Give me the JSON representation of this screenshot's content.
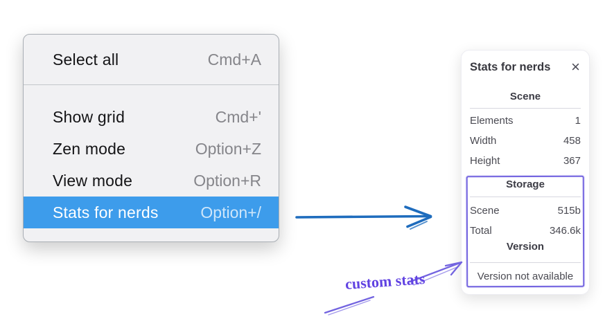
{
  "context_menu": {
    "items": [
      {
        "label": "Select all",
        "shortcut": "Cmd+A"
      },
      {
        "label": "Show grid",
        "shortcut": "Cmd+'"
      },
      {
        "label": "Zen mode",
        "shortcut": "Option+Z"
      },
      {
        "label": "View mode",
        "shortcut": "Option+R"
      },
      {
        "label": "Stats for nerds",
        "shortcut": "Option+/",
        "selected": true
      }
    ],
    "highlight_color": "#3d9ceb"
  },
  "stats_panel": {
    "title": "Stats for nerds",
    "close_icon": "×",
    "scene": {
      "heading": "Scene",
      "rows": [
        {
          "label": "Elements",
          "value": "1"
        },
        {
          "label": "Width",
          "value": "458"
        },
        {
          "label": "Height",
          "value": "367"
        }
      ]
    },
    "storage": {
      "heading": "Storage",
      "rows": [
        {
          "label": "Scene",
          "value": "515b"
        },
        {
          "label": "Total",
          "value": "346.6k"
        }
      ]
    },
    "version": {
      "heading": "Version",
      "note": "Version not available"
    }
  },
  "annotation": {
    "label": "custom stats",
    "text_color": "#6143e2",
    "box_color": "#7364e0"
  },
  "flow_arrow": {
    "color": "#1e6cbd"
  }
}
